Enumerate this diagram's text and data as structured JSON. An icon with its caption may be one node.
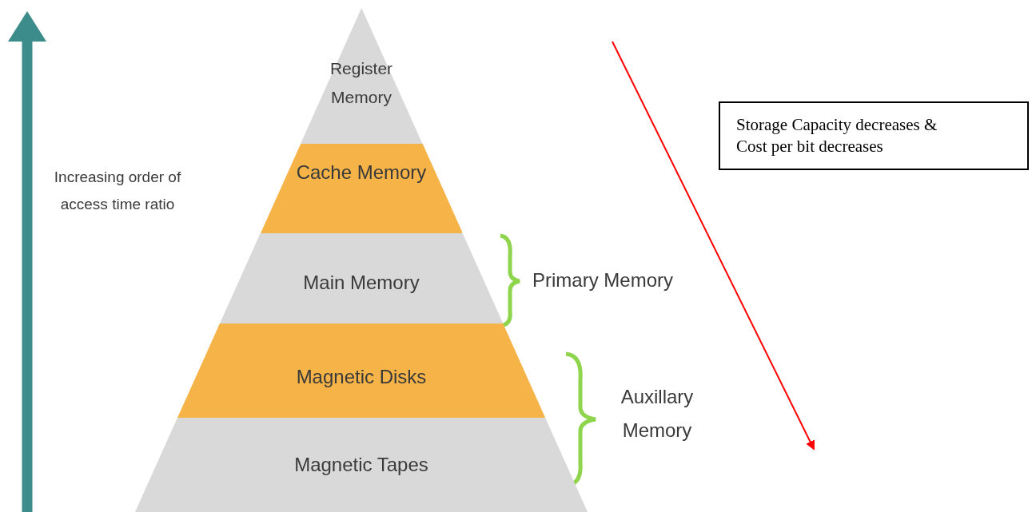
{
  "diagram": {
    "nodes": [
      {
        "text": [
          "Register Memory"
        ]
      },
      {
        "text": [
          "Cache Memory"
        ]
      },
      {
        "text": [
          "Main Memory"
        ]
      },
      {
        "text": [
          "Magnetic Disks"
        ]
      },
      {
        "text": [
          "Magnetic Tapes"
        ]
      },
      {
        "text": [
          "Storage Capacity decreases & Cost per bit decreases"
        ]
      }
    ],
    "labels": [
      "Increasing order of access time ratio",
      "Primary Memory",
      "Auxillary Memory"
    ]
  }
}
